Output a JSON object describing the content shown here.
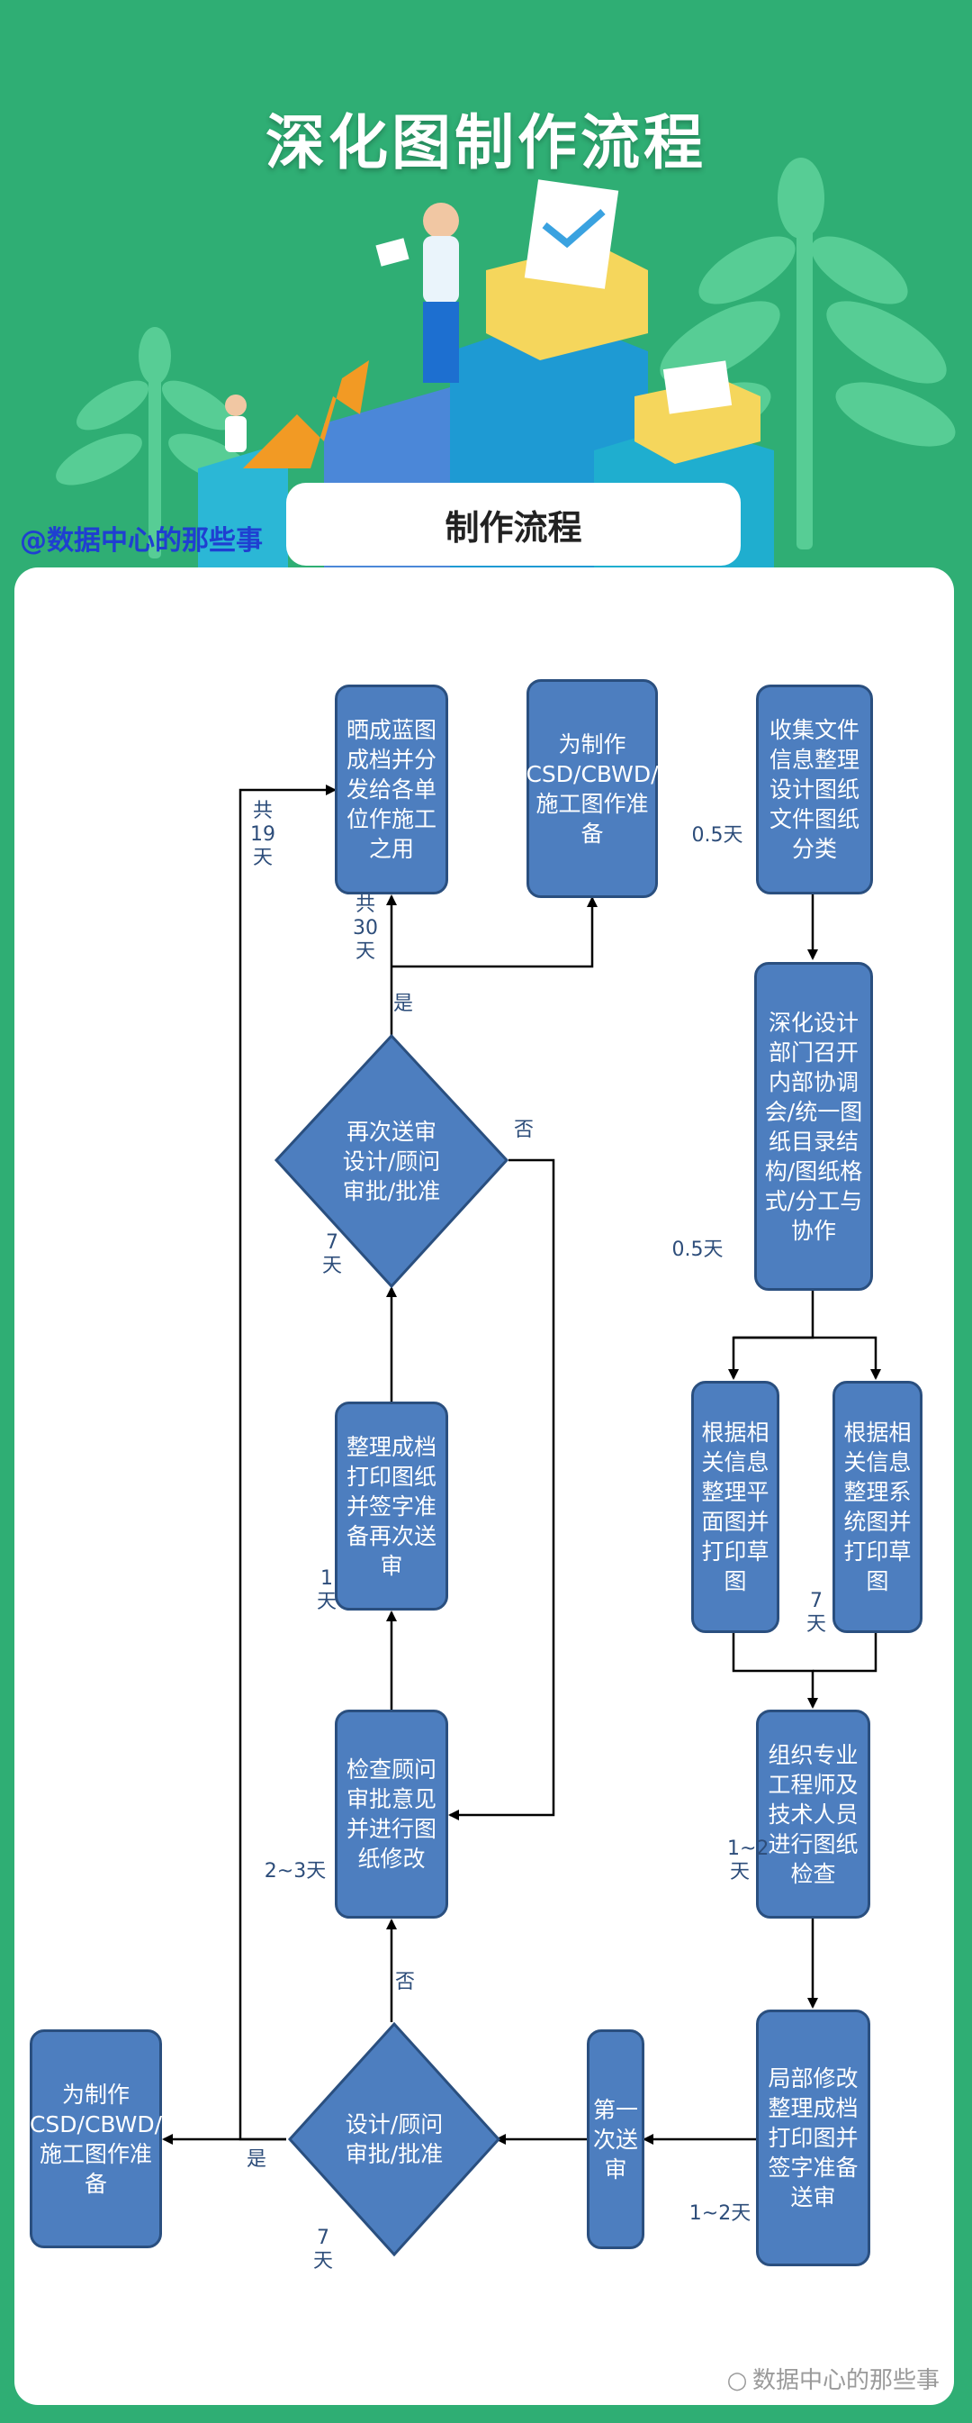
{
  "title": "深化图制作流程",
  "watermark_top": "@数据中心的那些事",
  "subtitle": "制作流程",
  "watermark_bottom": "数据中心的那些事",
  "colors": {
    "background": "#2fae74",
    "node_fill": "#4d7ebf",
    "node_border": "#2a4f7f",
    "label": "#2d4d7a"
  },
  "nodes": {
    "collect": "收集文件信息整理设计图纸文件图纸分类",
    "meeting": "深化设计部门召开内部协调会/统一图纸目录结构/图纸格式/分工与协作",
    "plan": "根据相关信息整理平面图并打印草图",
    "system": "根据相关信息整理系统图并打印草图",
    "check": "组织专业工程师及技术人员进行图纸检查",
    "revise_local": "局部修改整理成档打印图并签字准备送审",
    "first_submit": "第一次送审",
    "approve1": "设计/顾问审批/批准",
    "prepare_left": "为制作CSD/CBWD/施工图作准备",
    "modify": "检查顾问审批意见并进行图纸修改",
    "archive_print": "整理成档打印图纸并签字准备再次送审",
    "approve2": "再次送审设计/顾问审批/批准",
    "blueprint": "晒成蓝图成档并分发给各单位作施工之用",
    "prepare_top": "为制作CSD/CBWD/施工图作准备"
  },
  "labels": {
    "collect_days": "0.5天",
    "meeting_days": "0.5天",
    "system_days": "7天",
    "check_days": "1~2天",
    "revise_days": "1~2天",
    "approve1_days": "7天",
    "approve1_yes": "是",
    "approve1_no": "否",
    "modify_days": "2~3天",
    "archive_days": "1天",
    "approve2_days": "7天",
    "approve2_yes": "是",
    "approve2_no": "否",
    "total_30": "共30天",
    "total_19": "共19天"
  }
}
